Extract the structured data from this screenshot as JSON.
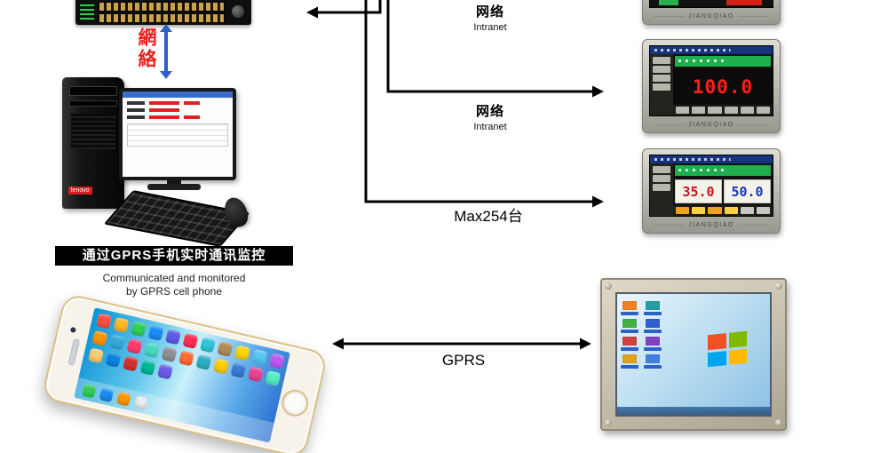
{
  "colors": {
    "arrow": "#000000",
    "lan_link_blue": "#2f5fc8",
    "lan_text_red": "#e8201c",
    "controller_value_red": "#ff2012",
    "controller_pv_red": "#c81616",
    "controller_sv_blue": "#1a38b8",
    "screen_green": "#1fae4e",
    "titlebar_blue": "#16337e",
    "banner_black": "#000000"
  },
  "links": {
    "intranet_top": {
      "zh": "网络",
      "en": "Intranet"
    },
    "intranet_mid": {
      "zh": "网络",
      "en": "Intranet"
    },
    "max_units": "Max254台",
    "gprs": "GPRS"
  },
  "lan": {
    "vertical_label": "網絡"
  },
  "pc": {
    "tower_brand": "lenovo"
  },
  "banner": {
    "zh": "通过GPRS手机实时通讯监控",
    "en_line1": "Communicated and monitored",
    "en_line2": "by GPRS cell phone"
  },
  "phone": {
    "icon_colors": [
      "#ff4f42",
      "#ffb829",
      "#2fd058",
      "#1b8bf5",
      "#5e5ce6",
      "#ff2d55",
      "#31c5d8",
      "#b08d57",
      "#ffd60a",
      "#57c7f2",
      "#bf5af2",
      "#ff9500",
      "#34aadc",
      "#ff3b6b",
      "#4cd9c0",
      "#8e8e93",
      "#ff6b35",
      "#2fb0c7",
      "#ffcc00",
      "#3a7bd5",
      "#e84393",
      "#55efc4",
      "#fdcb6e",
      "#0984e3",
      "#d63031",
      "#00b894",
      "#6c5ce7"
    ],
    "dock_colors": [
      "#2fd058",
      "#1b8bf5",
      "#ff9500",
      "#e8ecf0"
    ]
  },
  "controllers": {
    "brand": "JIANGQIAO",
    "unit2": {
      "value": "100.0",
      "button_colors": [
        "#b8b8b0",
        "#b8b8b0",
        "#b8b8b0",
        "#b8b8b0",
        "#b8b8b0",
        "#b8b8b0"
      ]
    },
    "unit3": {
      "pv": "35.0",
      "sv": "50.0",
      "button_colors": [
        "#f0a020",
        "#ffd040",
        "#f0a020",
        "#ffd040",
        "#c8c8c0",
        "#c8c8c0"
      ]
    }
  },
  "hmi": {
    "windows_colors": [
      "#f25022",
      "#7fba00",
      "#00a4ef",
      "#ffb900"
    ],
    "desktop_icon_colors": [
      "#f08020",
      "#20a0a0",
      "#40b040",
      "#3060d0",
      "#d04040",
      "#8040c0",
      "#e0a020",
      "#4080e0"
    ]
  }
}
